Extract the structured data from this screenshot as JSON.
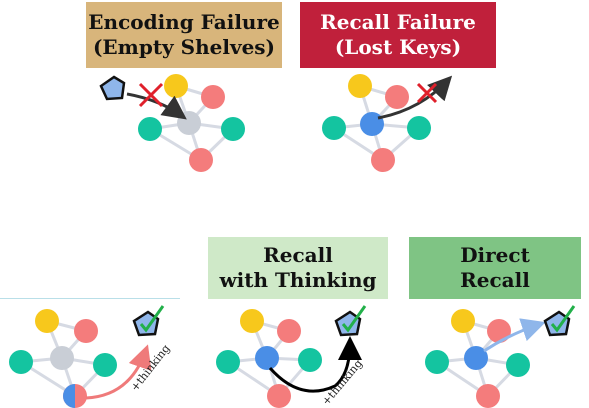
{
  "panels": {
    "encoding_failure": {
      "label": "Encoding Failure\n(Empty Shelves)",
      "color": "#d8b57b"
    },
    "recall_failure": {
      "label": "Recall Failure\n(Lost Keys)",
      "color": "#c0203b"
    },
    "recall_with_thinking": {
      "label": "Recall\nwith Thinking",
      "color": "#cfe9c8",
      "arrow_label": "+thinking"
    },
    "direct_recall": {
      "label": "Direct\nRecall",
      "color": "#7fc484"
    },
    "left_thinking": {
      "arrow_label": "+thinking"
    }
  },
  "colors": {
    "yellow": "#f7c81c",
    "salmon": "#f47c7c",
    "teal": "#14c4a0",
    "gray": "#c9ced6",
    "blue": "#4a8ee6",
    "query": "#8fb6ea",
    "edge": "#d6dae3",
    "fail_x": "#e0202b",
    "check": "#22b04a"
  },
  "icons": [
    "pentagon-query-icon",
    "fail-x-icon",
    "checkmark-icon"
  ]
}
